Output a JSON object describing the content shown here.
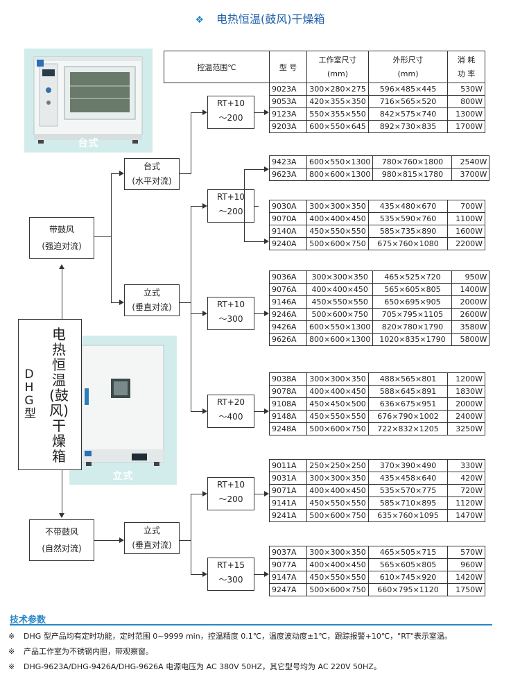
{
  "title": "电热恒温(鼓风)干燥箱",
  "title_icon": "diamond-bullet",
  "photos": {
    "benchtop_label": "台式",
    "vertical_label": "立式"
  },
  "header": {
    "temp_range": "控温范围℃",
    "model": "型 号",
    "chamber_size": "工作室尺寸",
    "chamber_unit": "(mm)",
    "outer_size": "外形尺寸",
    "outer_unit": "(mm)",
    "power_1": "消 耗",
    "power_2": "功 率"
  },
  "tree": {
    "root_1": "电",
    "root_2": "热",
    "root_3": "恒",
    "root_4": "温",
    "root_5": "(鼓",
    "root_6": "风)",
    "root_7": "干",
    "root_8": "燥",
    "root_9": "箱",
    "root_side": "DHG型",
    "fan": "带鼓风",
    "fan_sub": "(强迫对流)",
    "nofan": "不带鼓风",
    "nofan_sub": "(自然对流)",
    "fan_bench": "台式",
    "fan_bench_sub": "(水平对流)",
    "fan_vert": "立式",
    "fan_vert_sub": "(垂直对流)",
    "nofan_vert": "立式",
    "nofan_vert_sub": "(垂直对流)"
  },
  "ranges": {
    "r1a": "RT+10",
    "r1b": "～200",
    "r2a": "RT+10",
    "r2b": "～200",
    "r3a": "RT+10",
    "r3b": "～300",
    "r4a": "RT+20",
    "r4b": "～400",
    "r5a": "RT+10",
    "r5b": "～200",
    "r6a": "RT+15",
    "r6b": "～300"
  },
  "groups": [
    {
      "rows": [
        [
          "9023A",
          "300×280×275",
          "596×485×445",
          "530W"
        ],
        [
          "9053A",
          "420×355×350",
          "716×565×520",
          "800W"
        ],
        [
          "9123A",
          "550×355×550",
          "842×575×740",
          "1300W"
        ],
        [
          "9203A",
          "600×550×645",
          "892×730×835",
          "1700W"
        ]
      ]
    },
    {
      "rows": [
        [
          "9423A",
          "600×550×1300",
          "780×760×1800",
          "2540W"
        ],
        [
          "9623A",
          "800×600×1300",
          "980×815×1780",
          "3700W"
        ]
      ]
    },
    {
      "rows": [
        [
          "9030A",
          "300×300×350",
          "435×480×670",
          "700W"
        ],
        [
          "9070A",
          "400×400×450",
          "535×590×760",
          "1100W"
        ],
        [
          "9140A",
          "450×550×550",
          "585×735×890",
          "1600W"
        ],
        [
          "9240A",
          "500×600×750",
          "675×760×1080",
          "2200W"
        ]
      ]
    },
    {
      "rows": [
        [
          "9036A",
          "300×300×350",
          "465×525×720",
          "950W"
        ],
        [
          "9076A",
          "400×400×450",
          "565×605×805",
          "1400W"
        ],
        [
          "9146A",
          "450×550×550",
          "650×695×905",
          "2000W"
        ],
        [
          "9246A",
          "500×600×750",
          "705×795×1105",
          "2600W"
        ],
        [
          "9426A",
          "600×550×1300",
          "820×780×1790",
          "3580W"
        ],
        [
          "9626A",
          "800×600×1300",
          "1020×835×1790",
          "5800W"
        ]
      ]
    },
    {
      "rows": [
        [
          "9038A",
          "300×300×350",
          "488×565×801",
          "1200W"
        ],
        [
          "9078A",
          "400×400×450",
          "588×645×891",
          "1830W"
        ],
        [
          "9108A",
          "450×450×500",
          "636×675×951",
          "2000W"
        ],
        [
          "9148A",
          "450×550×550",
          "676×790×1002",
          "2400W"
        ],
        [
          "9248A",
          "500×600×750",
          "722×832×1205",
          "3250W"
        ]
      ]
    },
    {
      "rows": [
        [
          "9011A",
          "250×250×250",
          "370×390×490",
          "330W"
        ],
        [
          "9031A",
          "300×300×350",
          "435×458×640",
          "420W"
        ],
        [
          "9071A",
          "400×400×450",
          "535×570×775",
          "720W"
        ],
        [
          "9141A",
          "450×550×550",
          "585×710×895",
          "1120W"
        ],
        [
          "9241A",
          "500×600×750",
          "635×760×1095",
          "1470W"
        ]
      ]
    },
    {
      "rows": [
        [
          "9037A",
          "300×300×350",
          "465×505×715",
          "570W"
        ],
        [
          "9077A",
          "400×400×450",
          "565×605×805",
          "960W"
        ],
        [
          "9147A",
          "450×550×550",
          "610×745×920",
          "1420W"
        ],
        [
          "9247A",
          "500×600×750",
          "660×795×1120",
          "1750W"
        ]
      ]
    }
  ],
  "notes": {
    "heading": "技术参数",
    "mark": "※",
    "n1": "DHG 型产品均有定时功能，定时范围 0~9999 min，控温精度 0.1℃，温度波动度±1℃，跟踪报警+10℃，\"RT\"表示室温。",
    "n2": "产品工作室为不锈钢内胆，带观察窗。",
    "n3": "DHG-9623A/DHG-9426A/DHG-9626A 电源电压为 AC 380V 50HZ，其它型号均为 AC 220V 50HZ。"
  },
  "colors": {
    "accent": "#2a86c8",
    "title": "#1f5fa8",
    "photo_bg": "#d2ecec"
  }
}
